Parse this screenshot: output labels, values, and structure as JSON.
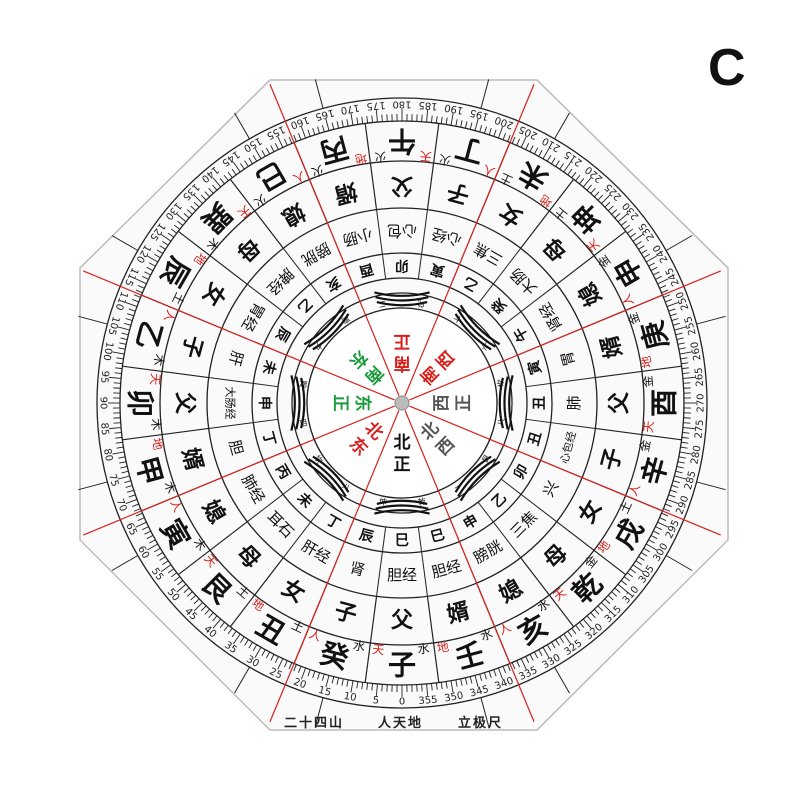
{
  "corner_label": "C",
  "footer": {
    "left": "二十四山",
    "middle": "人天地",
    "right": "立极尺"
  },
  "colors": {
    "red": "#d8201c",
    "green": "#1a9a3a",
    "grey": "#555555",
    "ink": "#111111"
  },
  "center_directions": [
    {
      "text": "正北",
      "color": "#111111"
    },
    {
      "text": "东北",
      "color": "#d8201c"
    },
    {
      "text": "正东",
      "color": "#1a9a3a"
    },
    {
      "text": "东南",
      "color": "#1a9a3a"
    },
    {
      "text": "正南",
      "color": "#d8201c"
    },
    {
      "text": "西南",
      "color": "#d8201c"
    },
    {
      "text": "正西",
      "color": "#555555"
    },
    {
      "text": "西北",
      "color": "#555555"
    }
  ],
  "mountains": [
    {
      "name": "子",
      "element": "水",
      "mark": "天"
    },
    {
      "name": "癸",
      "element": "水",
      "mark": "人"
    },
    {
      "name": "丑",
      "element": "土",
      "mark": "地"
    },
    {
      "name": "艮",
      "element": "土",
      "mark": "天"
    },
    {
      "name": "寅",
      "element": "木",
      "mark": "人"
    },
    {
      "name": "甲",
      "element": "木",
      "mark": "地"
    },
    {
      "name": "卯",
      "element": "木",
      "mark": "天"
    },
    {
      "name": "乙",
      "element": "木",
      "mark": "人"
    },
    {
      "name": "辰",
      "element": "土",
      "mark": "地"
    },
    {
      "name": "巽",
      "element": "木",
      "mark": "天"
    },
    {
      "name": "巳",
      "element": "火",
      "mark": "人"
    },
    {
      "name": "丙",
      "element": "火",
      "mark": "地"
    },
    {
      "name": "午",
      "element": "火",
      "mark": "天"
    },
    {
      "name": "丁",
      "element": "火",
      "mark": "人"
    },
    {
      "name": "未",
      "element": "土",
      "mark": "地"
    },
    {
      "name": "坤",
      "element": "土",
      "mark": "天"
    },
    {
      "name": "申",
      "element": "金",
      "mark": "人"
    },
    {
      "name": "庚",
      "element": "金",
      "mark": "地"
    },
    {
      "name": "酉",
      "element": "金",
      "mark": "天"
    },
    {
      "name": "辛",
      "element": "金",
      "mark": "人"
    },
    {
      "name": "戌",
      "element": "土",
      "mark": "地"
    },
    {
      "name": "乾",
      "element": "金",
      "mark": "天"
    },
    {
      "name": "亥",
      "element": "水",
      "mark": "人"
    },
    {
      "name": "壬",
      "element": "水",
      "mark": "地"
    }
  ],
  "relations": [
    "父",
    "子",
    "女",
    "母",
    "媳",
    "婿",
    "父",
    "子",
    "女",
    "母",
    "媳",
    "婿",
    "父",
    "子",
    "女",
    "母",
    "媳",
    "婿",
    "父",
    "子",
    "女",
    "母",
    "媳",
    "婿"
  ],
  "organs": [
    "胆经",
    "肾",
    "肝经",
    "耳石",
    "肺经",
    "胆",
    "大肠经",
    "肝",
    "胃经",
    "脾经",
    "膀胱",
    "小肠",
    "心包",
    "心经",
    "三焦",
    "大肠",
    "肾经",
    "胃",
    "肺",
    "心包经",
    "兴",
    "三焦",
    "膀胱",
    "胆经"
  ],
  "stems": [
    "巳",
    "辰",
    "丁",
    "未",
    "丙",
    "丁",
    "申",
    "未",
    "辰",
    "乙",
    "亥",
    "酉",
    "卯",
    "寅",
    "乙",
    "癸",
    "午",
    "寅",
    "丑",
    "丑",
    "卯",
    "乙",
    "申",
    "巳"
  ],
  "trigrams": [
    "坤",
    "八",
    "坎",
    "四",
    "巽",
    "九",
    "离",
    "二",
    "兑",
    "七",
    "六",
    "坎",
    "八",
    "艮",
    "一",
    "乾"
  ],
  "degree_step": 5
}
